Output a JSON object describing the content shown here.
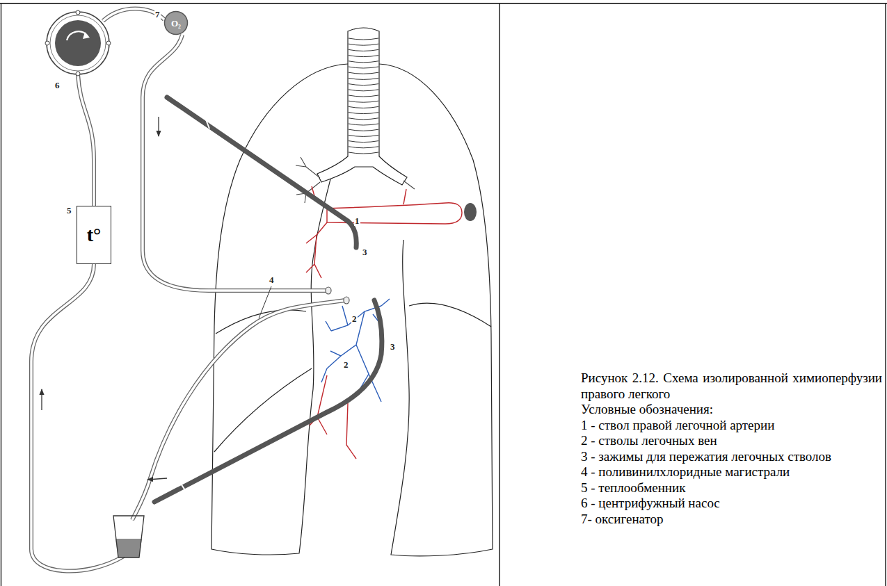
{
  "diagram": {
    "caption": "Рисунок 2.12. Схема изолированной химиоперфузии правого легкого",
    "nodes": [
      {
        "text": [
          "O₂"
        ]
      },
      {
        "text": [
          "t°"
        ]
      }
    ],
    "labels": [
      "7",
      "6",
      "5",
      "4",
      "1",
      "3",
      "2",
      "2",
      "3",
      "Условные обозначения:"
    ],
    "legend": [
      {
        "text": "1 - ствол правой легочной артерии"
      },
      {
        "text": "2 - стволы легочных вен"
      },
      {
        "text": "3 - зажимы для пережатия легочных стволов"
      },
      {
        "text": "4 - поливинилхлоридные магистрали"
      },
      {
        "text": "5 - теплообменник"
      },
      {
        "text": "6 - центрифужный насос"
      },
      {
        "text": "7- оксигенатор"
      }
    ]
  }
}
